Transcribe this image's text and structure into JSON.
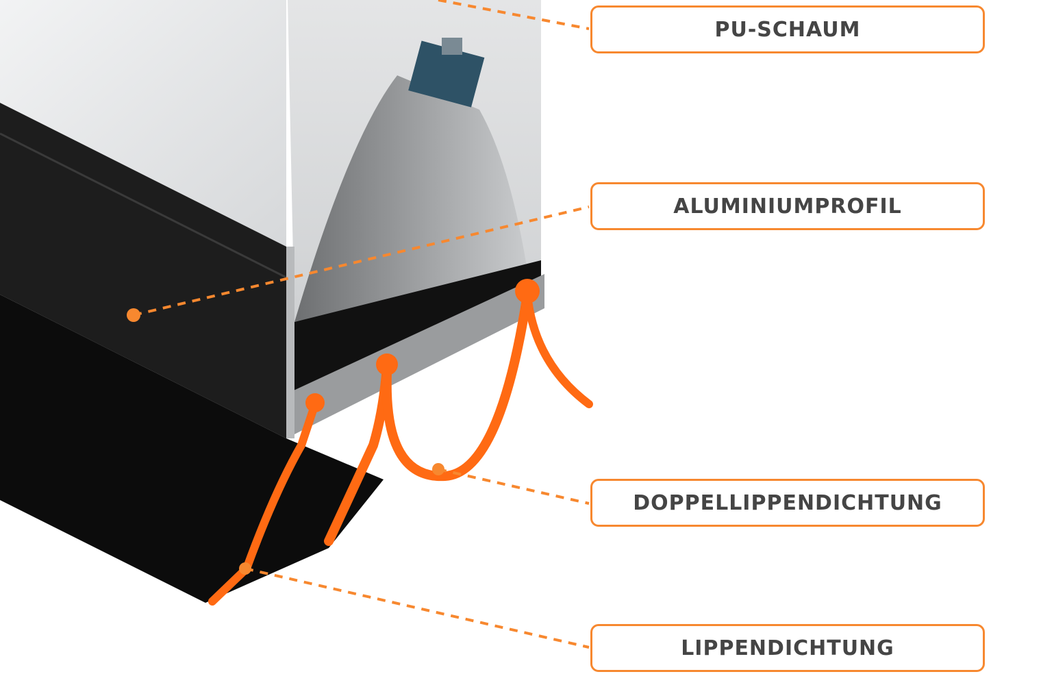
{
  "labels": {
    "pu_schaum": "PU-SCHAUM",
    "aluminiumprofil": "ALUMINIUMPROFIL",
    "doppellippendichtung": "DOPPELLIPPENDICHTUNG",
    "lippendichtung": "LIPPENDICHTUNG"
  },
  "colors": {
    "accent": "#f7882f",
    "seal": "#ff6a13",
    "text": "#454545"
  }
}
